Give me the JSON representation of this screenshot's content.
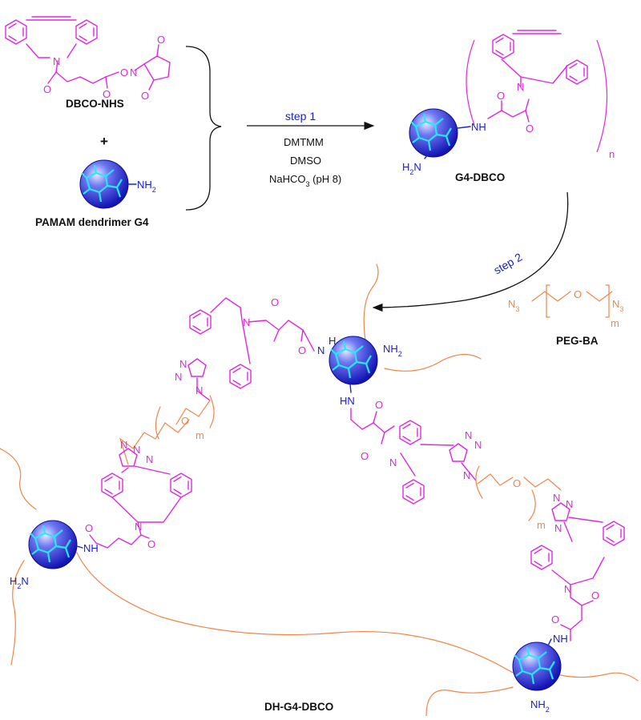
{
  "labels": {
    "dbco_nhs": "DBCO-NHS",
    "plus": "+",
    "pamam": "PAMAM dendrimer G4",
    "g4_dbco": "G4-DBCO",
    "peg_ba": "PEG-BA",
    "product": "DH-G4-DBCO"
  },
  "reaction": {
    "step1": "step 1",
    "cond1": "DMTMM",
    "cond2": "DMSO",
    "cond3_a": "NaHCO",
    "cond3_sub": "3",
    "cond3_b": " (pH 8)",
    "step2": "step 2"
  },
  "atoms": {
    "N": "N",
    "O": "O",
    "H": "H",
    "NH": "NH",
    "HN": "HN",
    "NH2": "NH",
    "H2N": "H",
    "two": "2",
    "N3": "N",
    "three": "3",
    "n": "n",
    "m": "m"
  },
  "colors": {
    "dbco": "#e028e0",
    "amine": "#1a1ad8",
    "peg": "#f0864a",
    "sphere": "#2a2ad8",
    "sphere_lines": "#28e6ff"
  }
}
